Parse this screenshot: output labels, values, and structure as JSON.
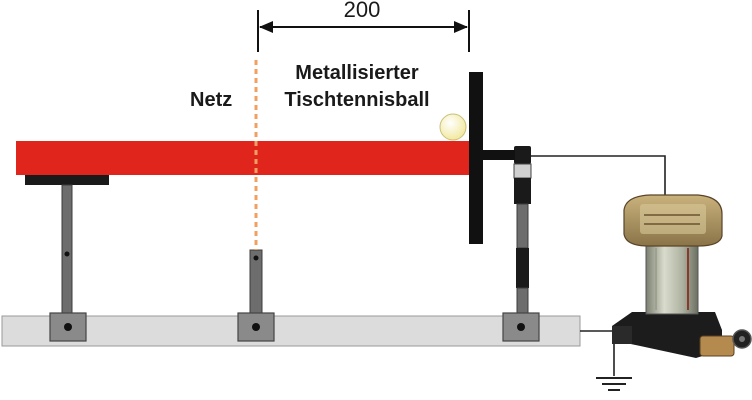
{
  "labels": {
    "dimension": "200",
    "net": "Netz",
    "ball_line1": "Metallisierter",
    "ball_line2": "Tischtennisball"
  },
  "colors": {
    "table_top": "#e0261c",
    "rail": "#dcdcdc",
    "post": "#6d6d6d",
    "plate": "#111111",
    "net_line": "#f0a060",
    "ball": "#fbf6c8"
  }
}
